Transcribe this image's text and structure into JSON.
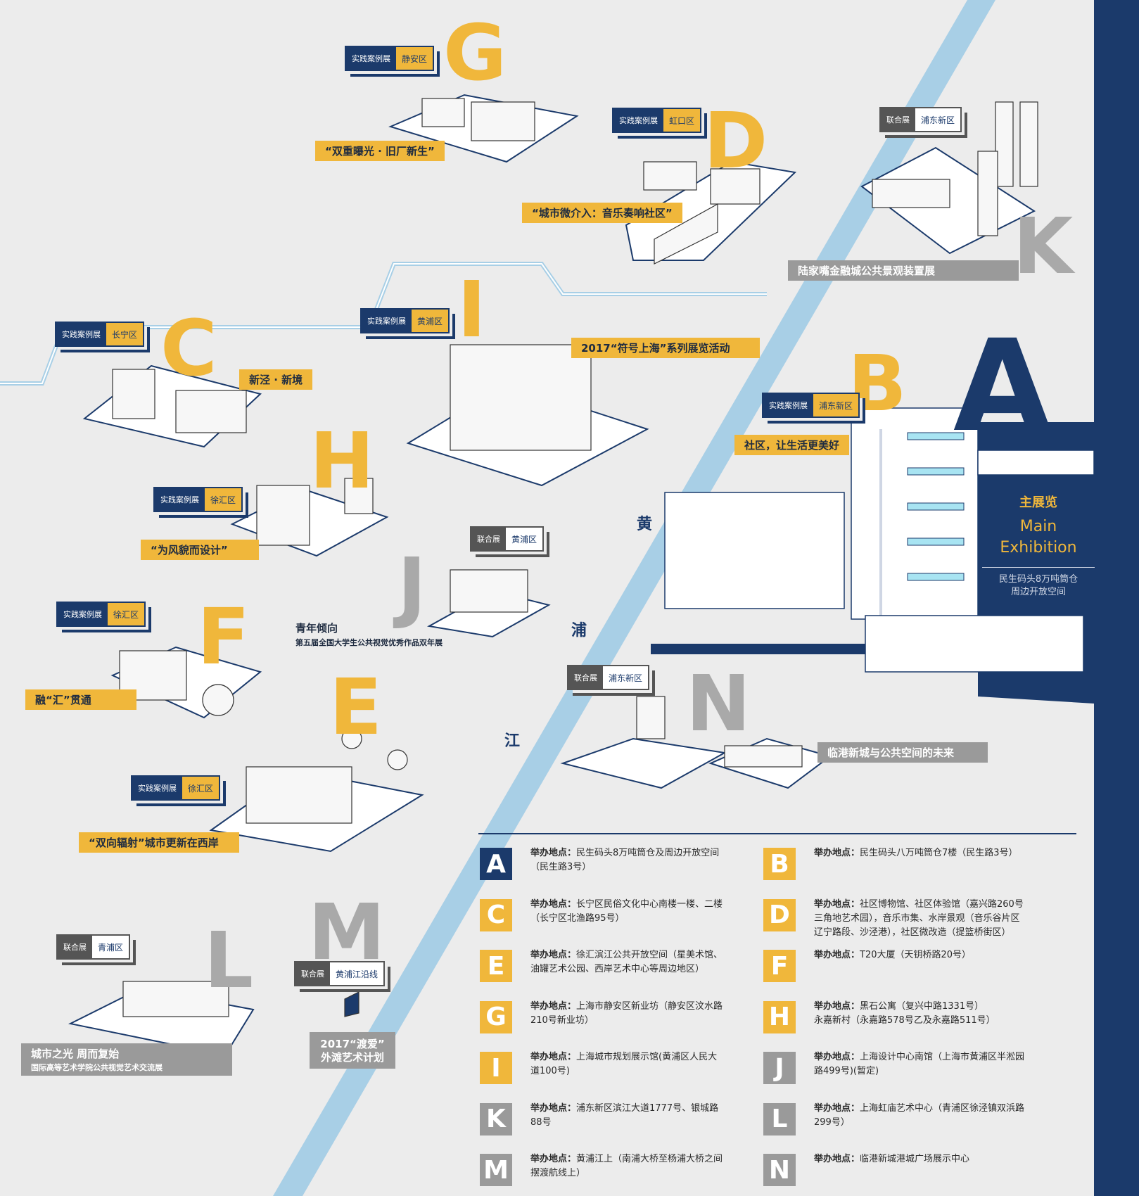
{
  "colors": {
    "navy": "#1b3a6b",
    "yellow": "#f0b73b",
    "gray": "#9a9a9a",
    "river": "#a8cfe6",
    "bg": "#ececec"
  },
  "river": {
    "chars": [
      "黄",
      "浦",
      "江"
    ]
  },
  "tags": {
    "practice": "实践案例展",
    "joint": "联合展",
    "G": "静安区",
    "D": "虹口区",
    "K": "浦东新区",
    "C": "长宁区",
    "I": "黄浦区",
    "B": "浦东新区",
    "H": "徐汇区",
    "J": "黄浦区",
    "F": "徐汇区",
    "N": "浦东新区",
    "E": "徐汇区",
    "L": "青浦区",
    "M": "黄浦江沿线"
  },
  "titles": {
    "G": "“双重曝光 · 旧厂新生”",
    "D": "“城市微介入：音乐奏响社区”",
    "K": "陆家嘴金融城公共景观装置展",
    "C": "新泾 · 新境",
    "I": "2017“符号上海”系列展览活动",
    "B": "社区，让生活更美好",
    "H": "“为风貌而设计”",
    "J1": "青年倾向",
    "J2": "第五届全国大学生公共视觉优秀作品双年展",
    "F": "融“汇”贯通",
    "N": "临港新城与公共空间的未来",
    "E": "“双向辐射”城市更新在西岸",
    "L1": "城市之光  周而复始",
    "L2": "国际高等艺术学院公共视觉艺术交流展",
    "M1": "2017“渡爱”",
    "M2": "外滩艺术计划"
  },
  "main": {
    "zh": "主展览",
    "en1": "Main",
    "en2": "Exhibition",
    "sub1": "民生码头8万吨筒仓",
    "sub2": "周边开放空间"
  },
  "legend": {
    "label": "举办地点：",
    "items": [
      {
        "letter": "A",
        "color": "b",
        "l1": "民生码头8万吨筒仓及周边开放空间",
        "l2": "（民生路3号）",
        "l3": ""
      },
      {
        "letter": "B",
        "color": "y",
        "l1": "民生码头八万吨筒仓7楼（民生路3号）",
        "l2": "",
        "l3": ""
      },
      {
        "letter": "C",
        "color": "y",
        "l1": "长宁区民俗文化中心南楼一楼、二楼",
        "l2": "（长宁区北渔路95号）",
        "l3": ""
      },
      {
        "letter": "D",
        "color": "y",
        "l1": "社区博物馆、社区体验馆（嘉兴路260号",
        "l2": "三角地艺术园），音乐市集、水岸景观（音乐谷片区",
        "l3": "辽宁路段、沙泾港），社区微改造（提篮桥街区）"
      },
      {
        "letter": "E",
        "color": "y",
        "l1": "徐汇滨江公共开放空间（星美术馆、",
        "l2": "油罐艺术公园、西岸艺术中心等周边地区）",
        "l3": ""
      },
      {
        "letter": "F",
        "color": "y",
        "l1": "T20大厦（天钥桥路20号）",
        "l2": "",
        "l3": ""
      },
      {
        "letter": "G",
        "color": "y",
        "l1": "上海市静安区新业坊（静安区汶水路",
        "l2": "210号新业坊）",
        "l3": ""
      },
      {
        "letter": "H",
        "color": "y",
        "l1": "黑石公寓（复兴中路1331号）",
        "l2": "永嘉新村（永嘉路578号乙及永嘉路511号）",
        "l3": ""
      },
      {
        "letter": "I",
        "color": "y",
        "l1": "上海城市规划展示馆(黄浦区人民大",
        "l2": "道100号)",
        "l3": ""
      },
      {
        "letter": "J",
        "color": "g",
        "l1": "上海设计中心南馆（上海市黄浦区半淞园",
        "l2": "路499号)(暂定)",
        "l3": ""
      },
      {
        "letter": "K",
        "color": "g",
        "l1": "浦东新区滨江大道1777号、银城路",
        "l2": "88号",
        "l3": ""
      },
      {
        "letter": "L",
        "color": "g",
        "l1": "上海虹庙艺术中心（青浦区徐泾镇双浜路",
        "l2": "299号）",
        "l3": ""
      },
      {
        "letter": "M",
        "color": "g",
        "l1": "黄浦江上（南浦大桥至杨浦大桥之间",
        "l2": "摆渡航线上）",
        "l3": ""
      },
      {
        "letter": "N",
        "color": "g",
        "l1": "临港新城港城广场展示中心",
        "l2": "",
        "l3": ""
      }
    ]
  },
  "letters": {
    "A": "A",
    "B": "B",
    "C": "C",
    "D": "D",
    "E": "E",
    "F": "F",
    "G": "G",
    "H": "H",
    "I": "I",
    "J": "J",
    "K": "K",
    "L": "L",
    "M": "M",
    "N": "N"
  }
}
